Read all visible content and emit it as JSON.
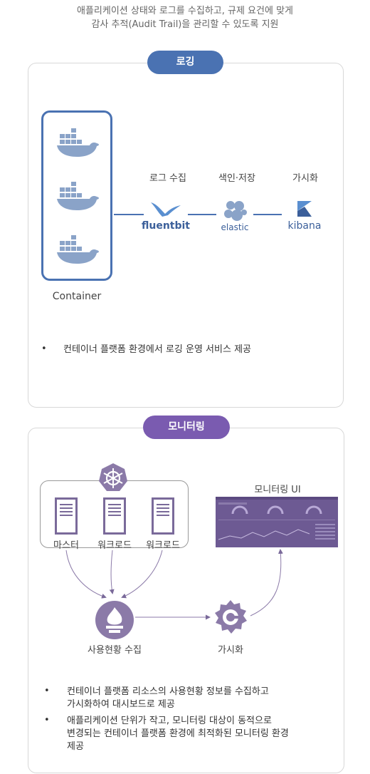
{
  "intro": {
    "line1": "애플리케이션 상태와 로그를 수집하고, 규제 요건에 맞게",
    "line2": "감사 추적(Audit Trail)을 관리할 수 있도록 지원"
  },
  "logging": {
    "title": "로깅",
    "container_label": "Container",
    "steps": [
      "로그 수집",
      "색인·저장",
      "가시화"
    ],
    "tools": [
      "fluentbit",
      "elastic",
      "kibana"
    ],
    "bullets": [
      "컨테이너 플랫폼 환경에서 로깅 운영 서비스 제공"
    ]
  },
  "monitoring": {
    "title": "모니터링",
    "nodes": [
      "마스터",
      "워크로드",
      "워크로드"
    ],
    "ui_label": "모니터링 UI",
    "collect_label": "사용현황 수집",
    "visual_label": "가시화",
    "bullets": [
      [
        "컨테이너 플랫폼 리소스의 사용현황 정보를 수집하고",
        "가시화하여 대시보드로 제공"
      ],
      [
        "애플리케이션 단위가 작고, 모니터링 대상이 동적으로",
        "변경되는 컨테이너 플랫폼 환경에 최적화된 모니터링 환경",
        "제공"
      ]
    ]
  },
  "colors": {
    "logging_accent": "#4a72b2",
    "monitoring_accent": "#7a5bb0",
    "docker": "#8aa3c8",
    "prom": "#8b7aa8"
  }
}
